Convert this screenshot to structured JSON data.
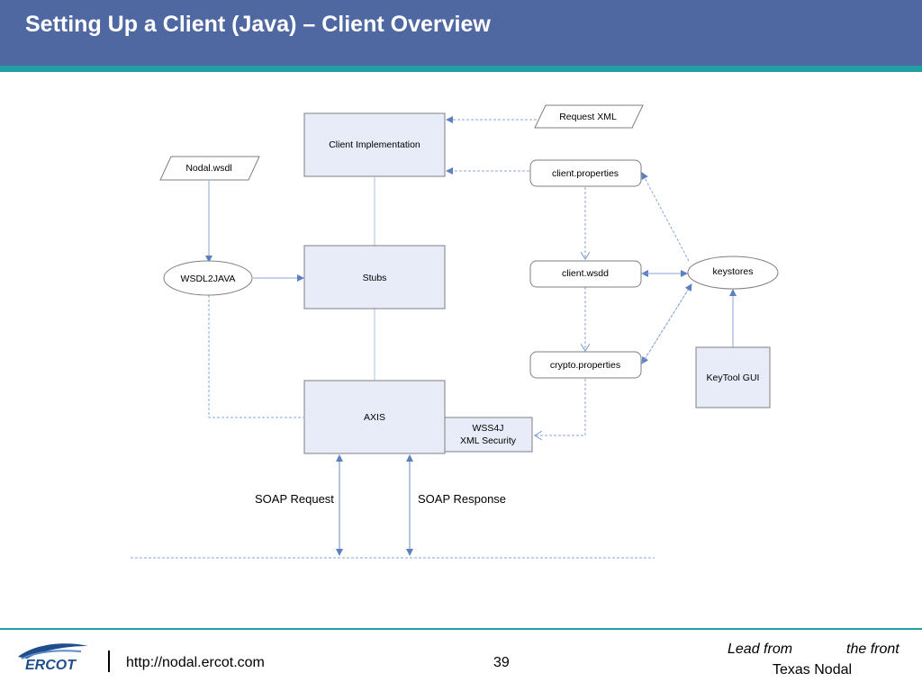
{
  "slide": {
    "title": "Setting Up a Client (Java) – Client Overview"
  },
  "diagram": {
    "nodes": {
      "request_xml": "Request XML",
      "client_implementation": "Client Implementation",
      "nodal_wsdl": "Nodal.wsdl",
      "client_properties": "client.properties",
      "wsdl2java": "WSDL2JAVA",
      "stubs": "Stubs",
      "client_wsdd": "client.wsdd",
      "keystores": "keystores",
      "keytool_gui": "KeyTool GUI",
      "crypto_properties": "crypto.properties",
      "axis": "AXIS",
      "wss4j_line1": "WSS4J",
      "wss4j_line2": "XML Security"
    },
    "labels": {
      "soap_request": "SOAP Request",
      "soap_response": "SOAP Response"
    }
  },
  "footer": {
    "logo_text": "ERCOT",
    "url": "http://nodal.ercot.com",
    "page_number": "39",
    "tagline_part1": "Lead from",
    "tagline_part2": "the front",
    "tagline_sub": "Texas Nodal"
  },
  "colors": {
    "header": "#5068a2",
    "accent": "#20a0a4",
    "box_fill": "#e8ecf8",
    "line": "#6a8cc4"
  }
}
